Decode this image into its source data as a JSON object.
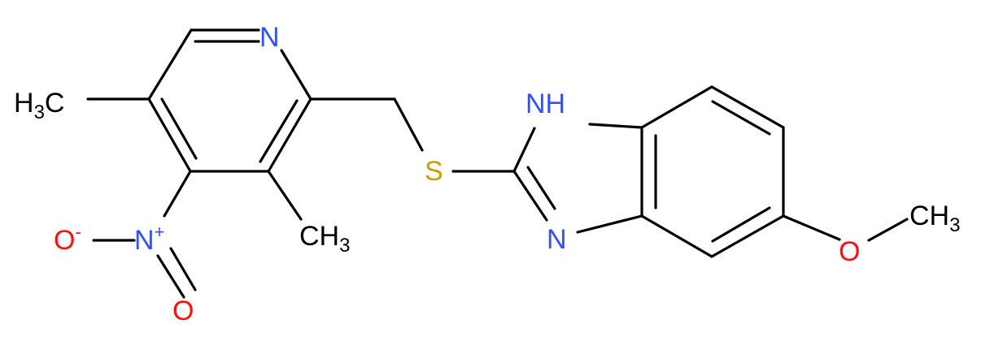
{
  "atom_labels": {
    "n_pyridine": "N",
    "h3c_left": "H",
    "h3c_left_sub": "3",
    "h3c_left_c": "C",
    "ch3_mid": "CH",
    "ch3_mid_sub": "3",
    "nitro_n": "N",
    "nitro_n_charge": "+",
    "nitro_o_minus": "O",
    "nitro_o_minus_charge": "-",
    "nitro_o": "O",
    "sulfur": "S",
    "nh_imidazole": "NH",
    "n_imidazole": "N",
    "o_methoxy": "O",
    "ch3_right": "CH",
    "ch3_right_sub": "3"
  },
  "colors": {
    "bond": "#000000",
    "carbon_label": "#000000",
    "nitrogen": "#3050F8",
    "oxygen": "#FF0D0D",
    "sulfur": "#C8A000"
  }
}
